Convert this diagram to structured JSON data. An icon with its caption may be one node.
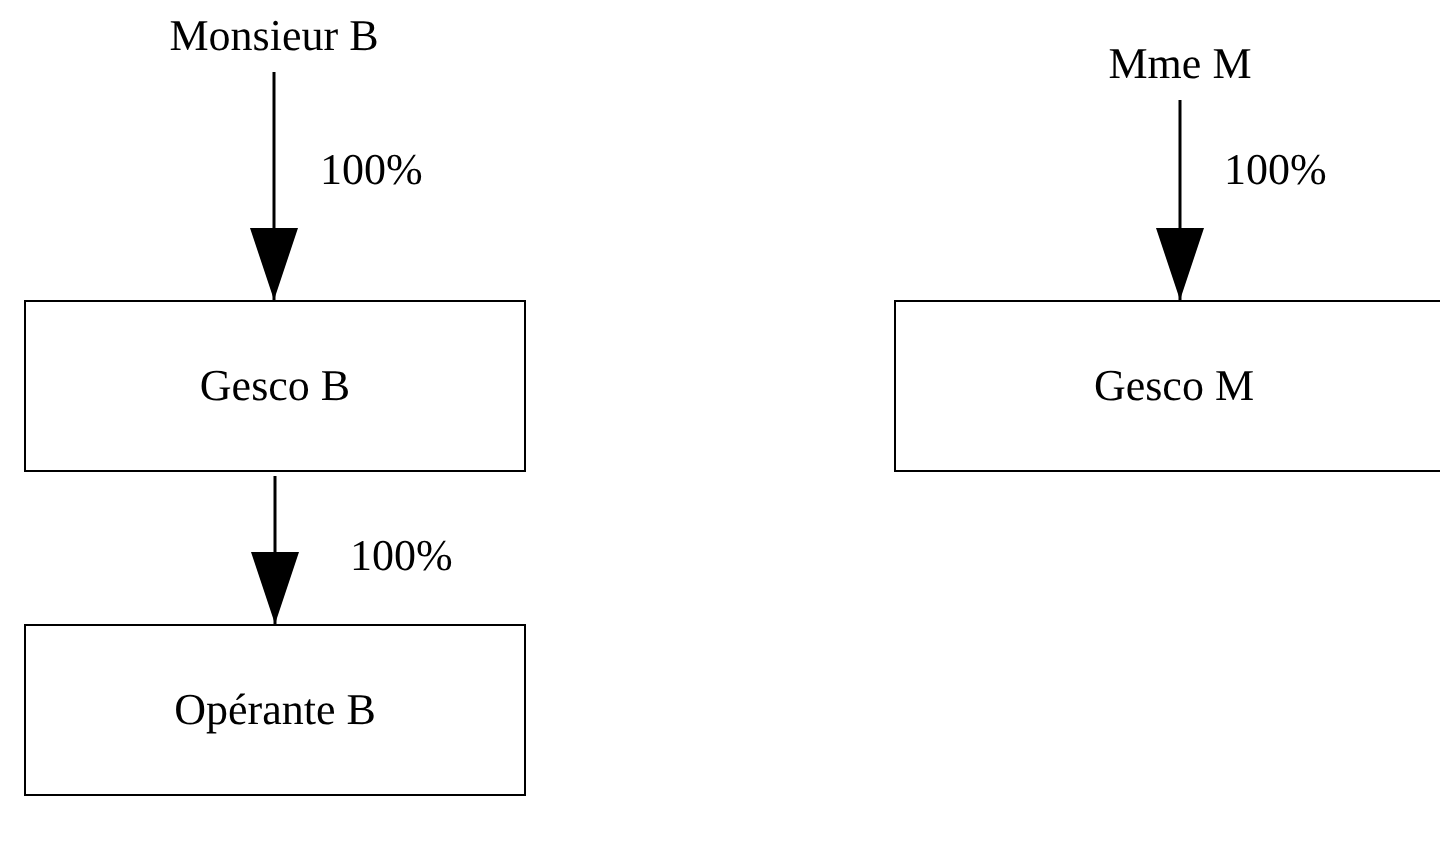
{
  "diagram": {
    "nodes": [
      {
        "text": [
          "Monsieur B"
        ]
      },
      {
        "text": [
          "Gesco B"
        ]
      },
      {
        "text": [
          "Opérante B"
        ]
      },
      {
        "text": [
          "Mme M"
        ]
      },
      {
        "text": [
          "Gesco M"
        ]
      }
    ],
    "edges": [
      {
        "from": 0,
        "to": 1,
        "arrow": "to",
        "label": "100%"
      },
      {
        "from": 1,
        "to": 2,
        "arrow": "to",
        "label": "100%"
      },
      {
        "from": 3,
        "to": 4,
        "arrow": "to",
        "label": "100%"
      }
    ]
  }
}
